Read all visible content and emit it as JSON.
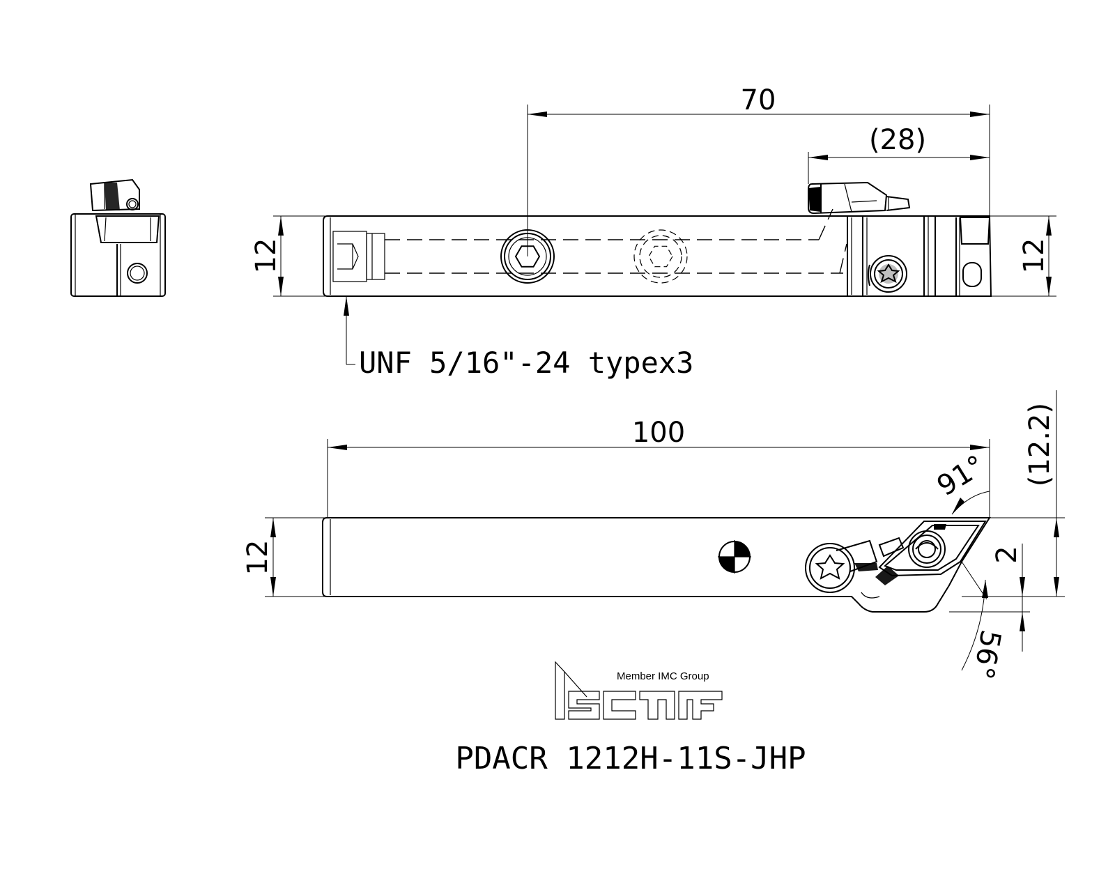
{
  "dimensions": {
    "length_top": "70",
    "length_clamp": "(28)",
    "height_left": "12",
    "height_right": "12",
    "length_total": "100",
    "height_bottom": "12",
    "height_head": "(12.2)",
    "offset": "2",
    "angle_lead": "91°",
    "angle_insert": "56°"
  },
  "note": "UNF 5/16\"-24 typex3",
  "part_number": "PDACR 1212H-11S-JHP",
  "logo": {
    "brand": "iscar",
    "tagline": "Member IMC Group"
  }
}
